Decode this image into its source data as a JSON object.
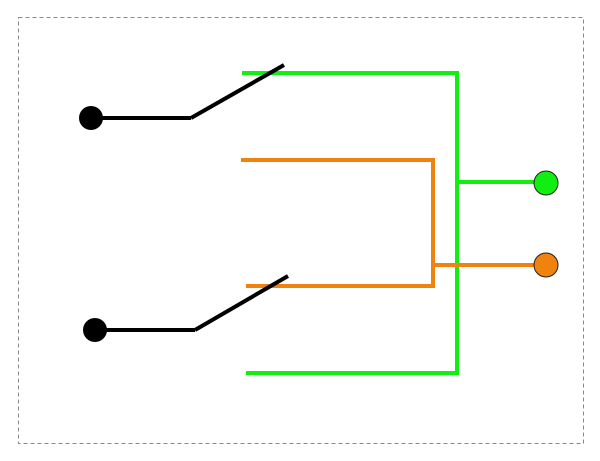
{
  "diagram": {
    "type": "two-way-switch-wiring",
    "colors": {
      "background": "#ffffff",
      "border": "#888888",
      "switch_wire": "#000000",
      "green_wire": "#11ee11",
      "orange_wire": "#f0820f",
      "terminal_outline": "#222222"
    },
    "components": [
      {
        "name": "switch-1",
        "kind": "single-pole switch",
        "state": "open",
        "color": "#000000"
      },
      {
        "name": "switch-2",
        "kind": "single-pole switch",
        "state": "open",
        "color": "#000000"
      },
      {
        "name": "green-circuit",
        "kind": "wire loop",
        "color": "#11ee11"
      },
      {
        "name": "orange-circuit",
        "kind": "wire loop",
        "color": "#f0820f"
      },
      {
        "name": "green-terminal",
        "kind": "output terminal",
        "color": "#11ee11"
      },
      {
        "name": "orange-terminal",
        "kind": "output terminal",
        "color": "#f0820f"
      }
    ],
    "border_style": "dashed"
  }
}
